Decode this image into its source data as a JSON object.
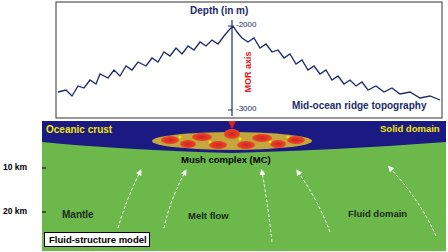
{
  "diagram": {
    "nodes": [
      {
        "text": [
          "Fluid-structure model"
        ]
      }
    ],
    "labels": [
      "Depth (in m)",
      "-2000",
      "-3000",
      "MOR axis",
      "Mid-ocean ridge topography",
      "Oceanic crust",
      "Solid domain",
      "10 km",
      "20 km",
      "Mush complex (MC)",
      "Mantle",
      "Melt flow",
      "Fluid domain"
    ]
  }
}
